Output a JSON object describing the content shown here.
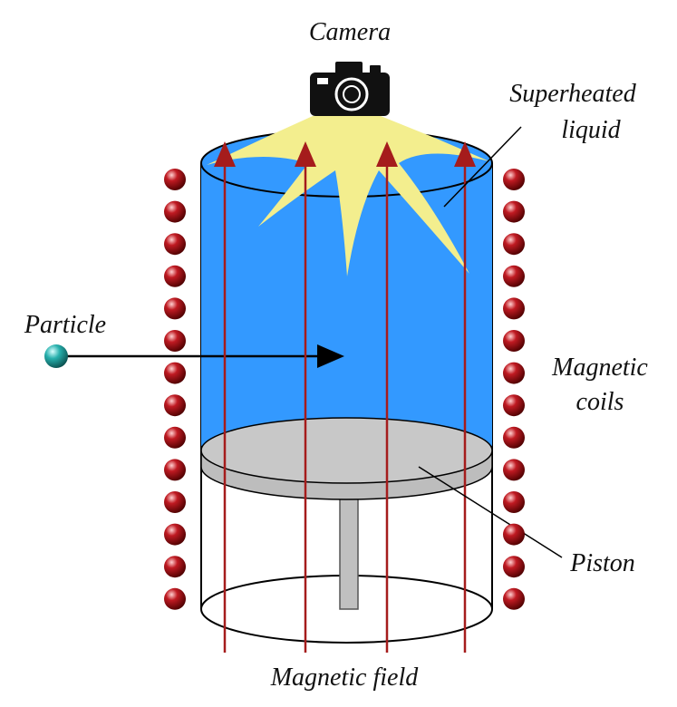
{
  "labels": {
    "camera": "Camera",
    "superheated_line1": "Superheated",
    "superheated_line2": "liquid",
    "particle": "Particle",
    "coils_line1": "Magnetic",
    "coils_line2": "coils",
    "piston": "Piston",
    "field": "Magnetic field"
  },
  "colors": {
    "liquid": "#3399ff",
    "light_burst": "#f3ee8e",
    "field_line": "#a51c1c",
    "piston": "#c8c8c8",
    "coil": "#b3121a",
    "particle": "#26a9a9",
    "camera": "#111111"
  },
  "coil_count_per_side": 14,
  "field_line_count": 4
}
